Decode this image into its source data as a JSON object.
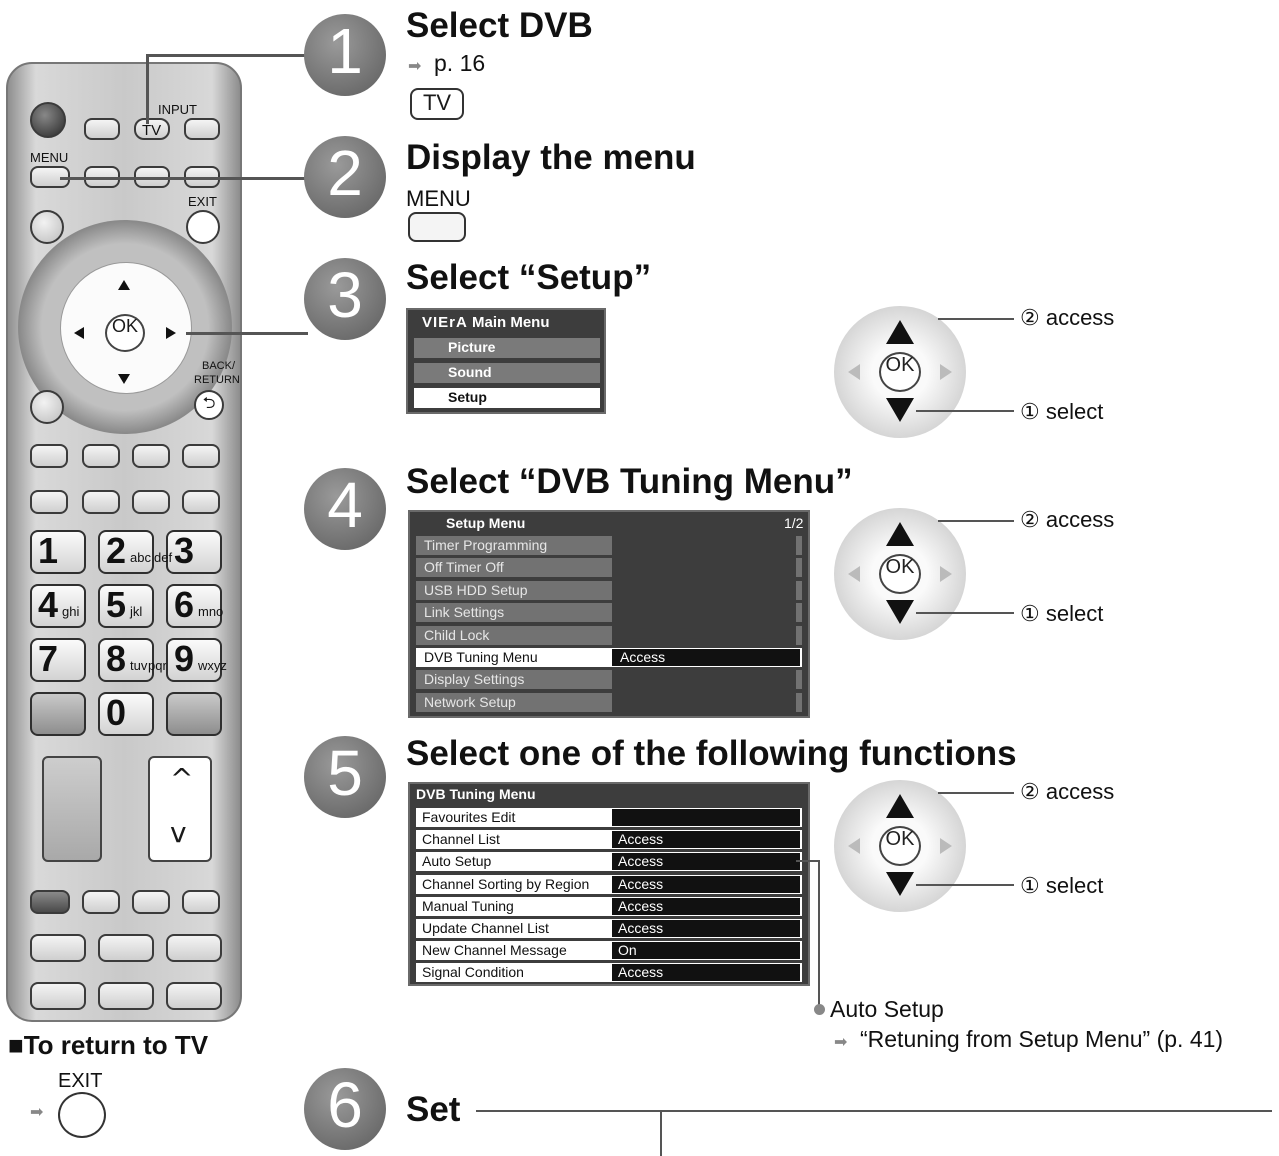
{
  "remote": {
    "input_label": "INPUT",
    "tv_label": "TV",
    "menu_label": "MENU",
    "exit_label": "EXIT",
    "ok_label": "OK",
    "back_label": "BACK/",
    "return_label": "RETURN",
    "keys": [
      {
        "n": "1",
        "l": ""
      },
      {
        "n": "2",
        "l": "abc"
      },
      {
        "n": "3",
        "l": "def"
      },
      {
        "n": "4",
        "l": "ghi"
      },
      {
        "n": "5",
        "l": "jkl"
      },
      {
        "n": "6",
        "l": "mno"
      },
      {
        "n": "7",
        "l": ""
      },
      {
        "n": "8",
        "l": "tuv"
      },
      {
        "n": "9",
        "l": "wxyz"
      },
      {
        "n": "0",
        "l": ""
      }
    ],
    "pqrs_label": "pqrs",
    "ch_up": "^",
    "ch_down": "v"
  },
  "return_to_tv": {
    "heading": "■To return to TV",
    "exit_label": "EXIT"
  },
  "steps": [
    {
      "num": "1",
      "title": "Select DVB",
      "ref": "p. 16",
      "button": "TV"
    },
    {
      "num": "2",
      "title": "Display the menu",
      "button": "MENU"
    },
    {
      "num": "3",
      "title": "Select “Setup”"
    },
    {
      "num": "4",
      "title": "Select “DVB Tuning Menu”"
    },
    {
      "num": "5",
      "title": "Select one of the following functions"
    },
    {
      "num": "6",
      "title": "Set"
    }
  ],
  "main_menu": {
    "brand": "VIErA",
    "title": "Main Menu",
    "items": [
      "Picture",
      "Sound",
      "Setup"
    ]
  },
  "setup_menu": {
    "title": "Setup Menu",
    "page": "1/2",
    "rows": [
      {
        "label": "Timer Programming",
        "value": ""
      },
      {
        "label": "Off Timer Off",
        "value": ""
      },
      {
        "label": "USB HDD Setup",
        "value": ""
      },
      {
        "label": "Link Settings",
        "value": ""
      },
      {
        "label": "Child Lock",
        "value": ""
      },
      {
        "label": "DVB Tuning Menu",
        "value": "Access"
      },
      {
        "label": "Display Settings",
        "value": ""
      },
      {
        "label": "Network Setup",
        "value": ""
      }
    ]
  },
  "dvb_menu": {
    "title": "DVB Tuning Menu",
    "rows": [
      {
        "label": "Favourites Edit",
        "value": ""
      },
      {
        "label": "Channel List",
        "value": "Access"
      },
      {
        "label": "Auto Setup",
        "value": "Access"
      },
      {
        "label": "Channel Sorting by Region",
        "value": "Access"
      },
      {
        "label": "Manual Tuning",
        "value": "Access"
      },
      {
        "label": "Update Channel List",
        "value": "Access"
      },
      {
        "label": "New Channel Message",
        "value": "On"
      },
      {
        "label": "Signal Condition",
        "value": "Access"
      }
    ]
  },
  "pad": {
    "ok": "OK",
    "access": "② access",
    "select": "① select"
  },
  "note": {
    "bullet": "Auto Setup",
    "ref": "“Retuning from Setup Menu” (p. 41)"
  },
  "colors": {
    "circle": "#6e6e6e",
    "menu_bg": "#3d3d3d",
    "menu_row": "#6f6f6f",
    "highlight": "#ffffff"
  }
}
